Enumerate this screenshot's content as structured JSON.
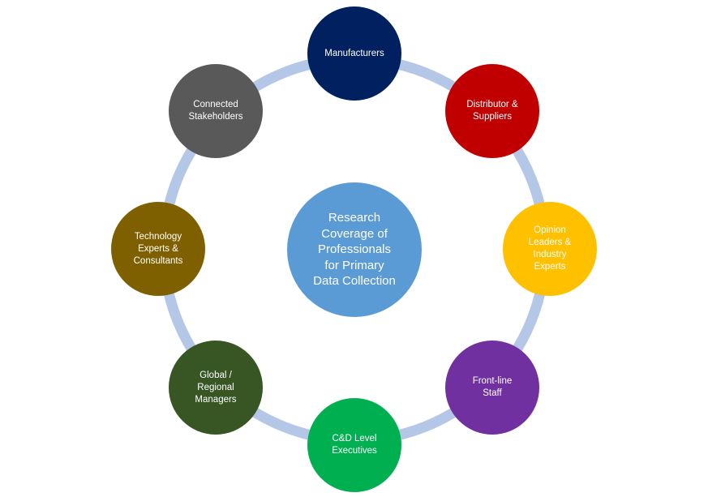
{
  "diagram": {
    "center": {
      "label": "Research\nCoverage of\nProfessionals\nfor Primary\nData Collection",
      "color": "#5B9BD5"
    },
    "ring_color": "#B4C7E7",
    "nodes": [
      {
        "label": "Manufacturers",
        "color": "#002060"
      },
      {
        "label": "Distributor &\nSuppliers",
        "color": "#C00000"
      },
      {
        "label": "Opinion\nLeaders &\nIndustry\nExperts",
        "color": "#FFC000"
      },
      {
        "label": "Front-line\nStaff",
        "color": "#7030A0"
      },
      {
        "label": "C&D Level\nExecutives",
        "color": "#00B050"
      },
      {
        "label": "Global /\nRegional\nManagers",
        "color": "#375623"
      },
      {
        "label": "Technology\nExperts &\nConsultants",
        "color": "#7F6000"
      },
      {
        "label": "Connected\nStakeholders",
        "color": "#595959"
      }
    ]
  }
}
